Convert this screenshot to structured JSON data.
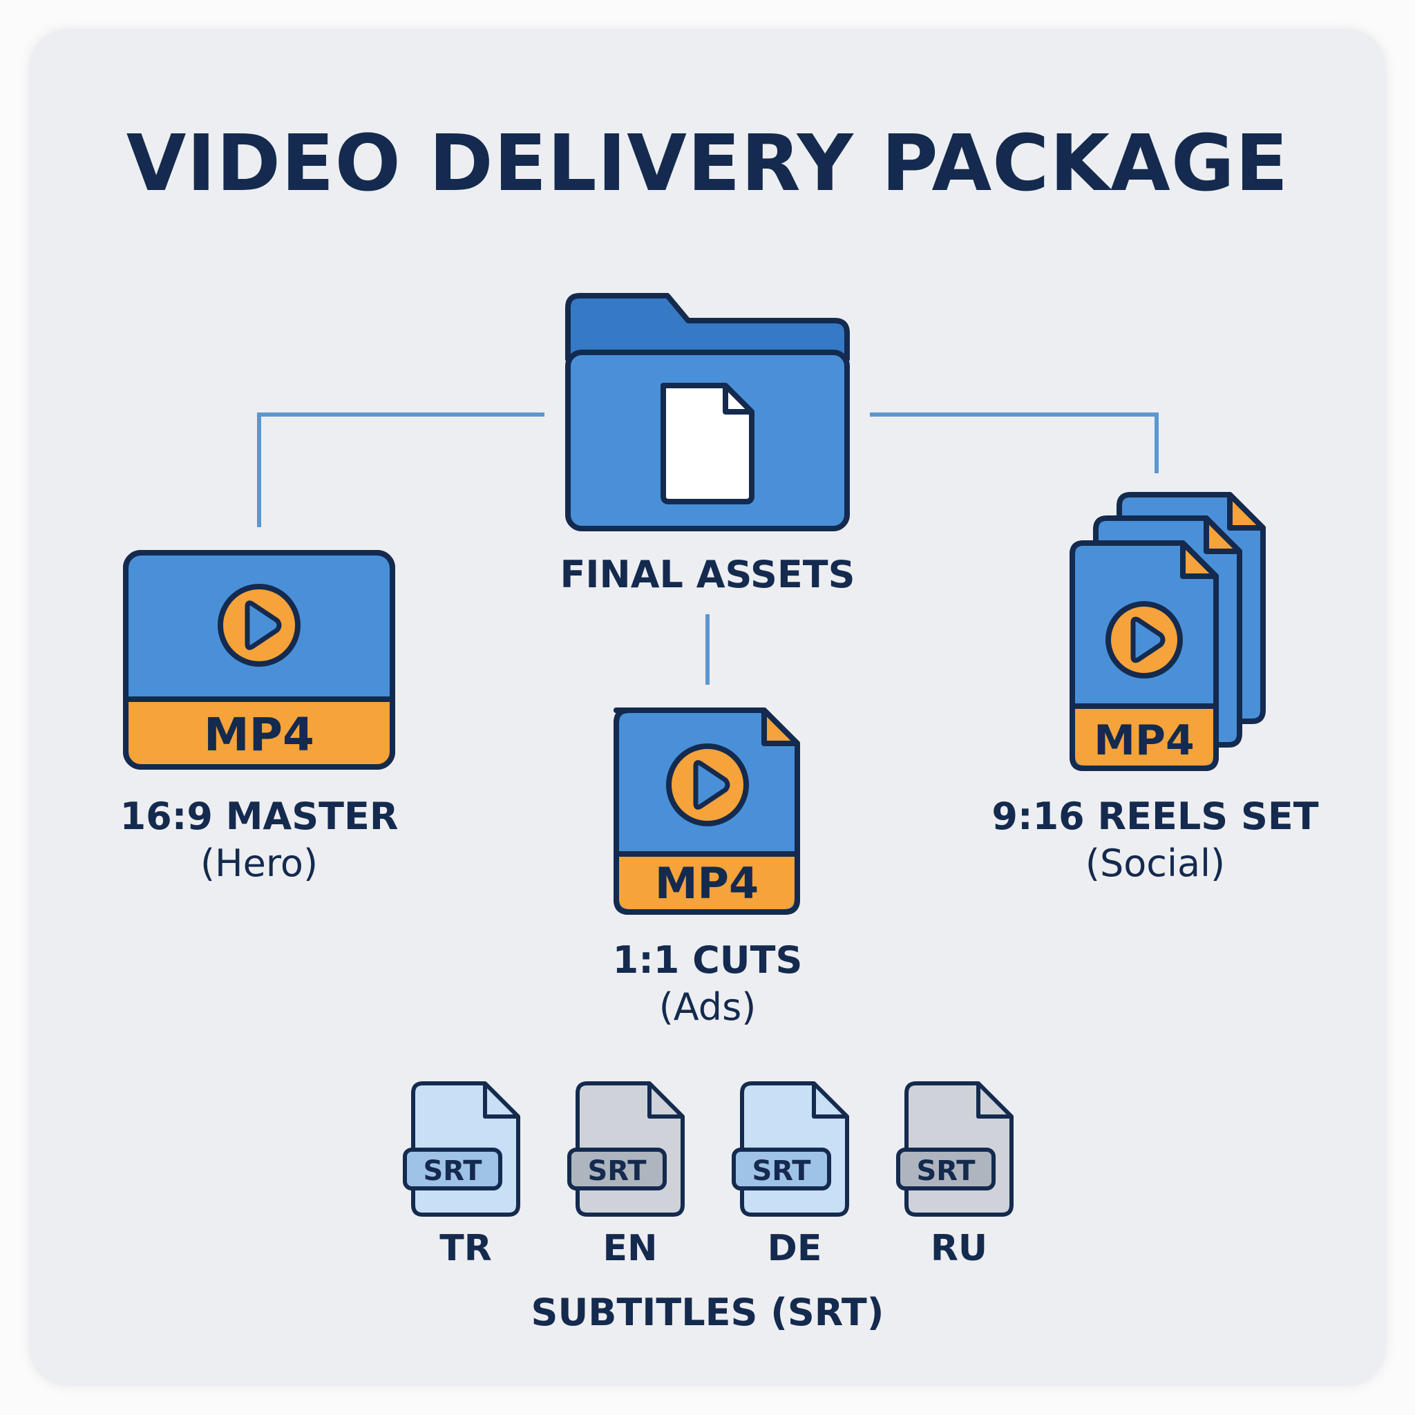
{
  "title": "VIDEO DELIVERY PACKAGE",
  "root": {
    "label": "FINAL ASSETS"
  },
  "deliverables": [
    {
      "id": "master",
      "format": "MP4",
      "label": "16:9 MASTER",
      "sub": "(Hero)"
    },
    {
      "id": "cuts",
      "format": "MP4",
      "label": "1:1 CUTS",
      "sub": "(Ads)"
    },
    {
      "id": "reels",
      "format": "MP4",
      "label": "9:16 REELS SET",
      "sub": "(Social)"
    }
  ],
  "subtitles": {
    "format": "SRT",
    "group_label": "SUBTITLES (SRT)",
    "languages": [
      "TR",
      "EN",
      "DE",
      "RU"
    ]
  },
  "colors": {
    "blue": "#4a90d9",
    "dark_blue": "#3679c4",
    "navy": "#142a4e",
    "orange": "#f5a33a",
    "light_blue": "#c7e0f6",
    "gray": "#cfd3d9",
    "connector": "#5b97d0",
    "background": "#edeef1"
  }
}
